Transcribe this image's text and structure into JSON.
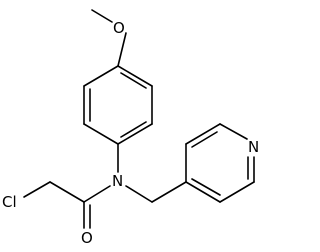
{
  "structure": {
    "atoms": {
      "methoxy_o": "O",
      "carbonyl_o": "O",
      "amide_n": "N",
      "pyridine_n": "N",
      "chlorine": "Cl"
    }
  }
}
